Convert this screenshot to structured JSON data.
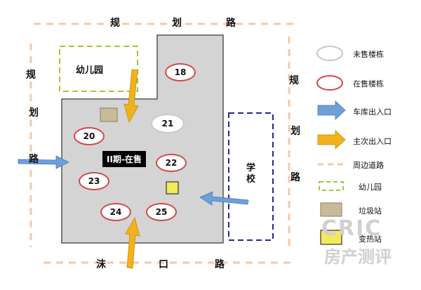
{
  "roads": {
    "top": [
      "规",
      "划",
      "路"
    ],
    "left": [
      "规",
      "划",
      "路"
    ],
    "right": [
      "规",
      "划",
      "路"
    ],
    "bottom": [
      "沫",
      "口",
      "路"
    ]
  },
  "zones": {
    "kindergarten": "幼儿园",
    "school": [
      "学",
      "校"
    ]
  },
  "phase_label": "II期-在售",
  "buildings": [
    {
      "id": "18",
      "status": "on-sale"
    },
    {
      "id": "20",
      "status": "on-sale"
    },
    {
      "id": "21",
      "status": "unsold"
    },
    {
      "id": "22",
      "status": "on-sale"
    },
    {
      "id": "23",
      "status": "on-sale"
    },
    {
      "id": "24",
      "status": "on-sale"
    },
    {
      "id": "25",
      "status": "on-sale"
    }
  ],
  "legend": [
    {
      "key": "unsold",
      "label": "未售楼栋"
    },
    {
      "key": "onsale",
      "label": "在售楼栋"
    },
    {
      "key": "garage",
      "label": "车库出入口"
    },
    {
      "key": "main",
      "label": "主次出入口"
    },
    {
      "key": "road",
      "label": "周边道路"
    },
    {
      "key": "kindergarten",
      "label": "幼儿园"
    },
    {
      "key": "garbage",
      "label": "垃圾站"
    },
    {
      "key": "heat",
      "label": "变热站"
    }
  ],
  "colors": {
    "site_fill": "#d4d4d4",
    "site_stroke": "#555555",
    "road_dash": "#f6c9a8",
    "kindergarten_dash": "#9acd32",
    "school_dash": "#1f2a8f",
    "onsale_ring": "#d04a4a",
    "unsold_ring": "#c9c9c9",
    "garage_arrow": "#6f9fd8",
    "main_arrow": "#f2b21b",
    "garbage_fill": "#c7bb9b",
    "heat_fill": "#f2ea5a"
  },
  "watermark": {
    "line1": "CRIC",
    "line2": "房产测评"
  }
}
